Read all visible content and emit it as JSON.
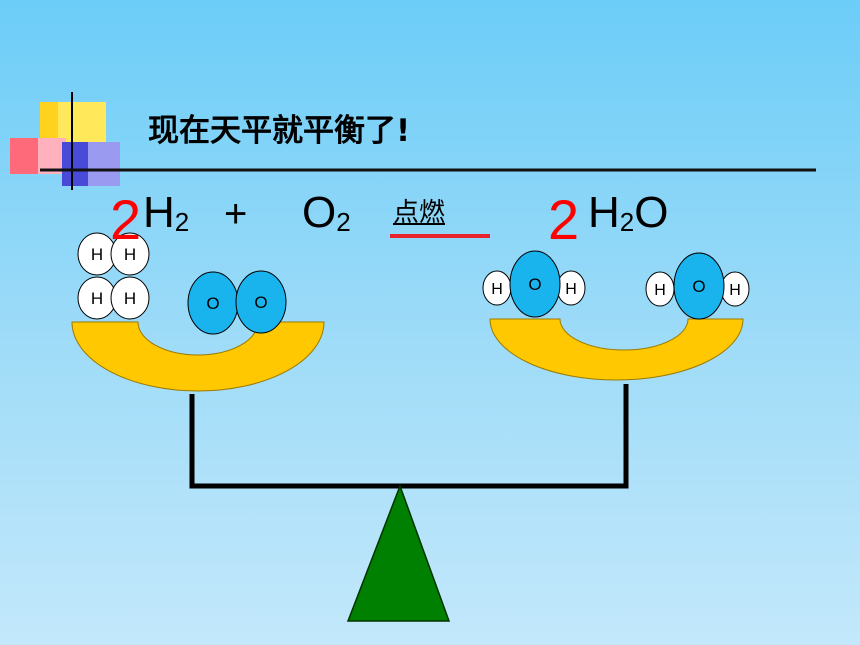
{
  "title": "现在天平就平衡了!",
  "equation": {
    "left_coef": "2",
    "reactant1": {
      "symbol": "H",
      "subscript": "2"
    },
    "plus": "+",
    "reactant2": {
      "symbol": "O",
      "subscript": "2"
    },
    "condition": "点燃",
    "right_coef": "2",
    "product": {
      "symbol": "H",
      "subscript": "2",
      "tail": "O"
    }
  },
  "atoms": {
    "hydrogen": "H",
    "oxygen": "O"
  },
  "colors": {
    "background_top": "#6ccdf8",
    "coefficient": "#ff0000",
    "arrow_line": "#e8222a",
    "pan": "#ffc800",
    "oxygen_atom": "#19b4ee",
    "hydrogen_atom": "#ffffff",
    "fulcrum": "#008000",
    "beam": "#000000"
  }
}
